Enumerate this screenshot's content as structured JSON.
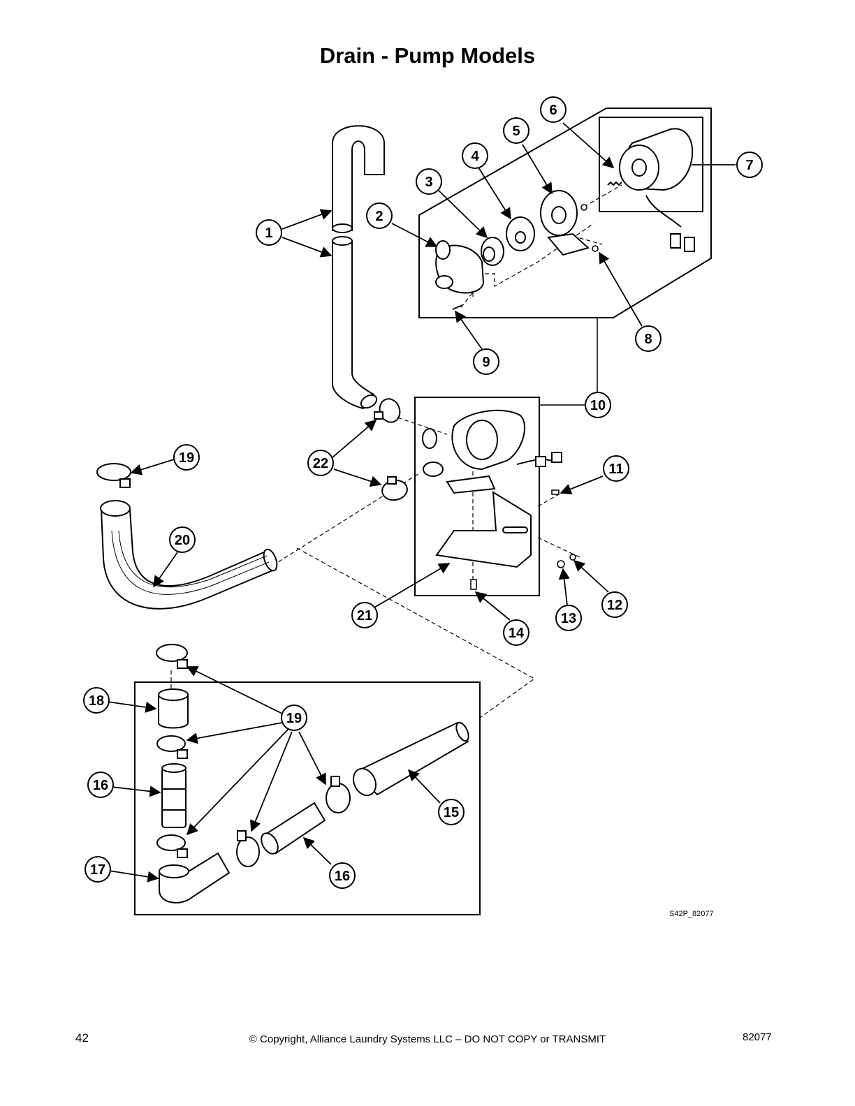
{
  "page": {
    "title": "Drain - Pump Models",
    "drawing_ref": "S42P_82077",
    "page_number": "42",
    "copyright": "© Copyright, Alliance Laundry Systems LLC – DO NOT COPY or TRANSMIT",
    "doc_number": "82077"
  },
  "callouts": [
    "1",
    "2",
    "3",
    "4",
    "5",
    "6",
    "7",
    "8",
    "9",
    "10",
    "11",
    "12",
    "13",
    "14",
    "15",
    "16",
    "16",
    "17",
    "18",
    "19",
    "19",
    "20",
    "21",
    "22"
  ]
}
